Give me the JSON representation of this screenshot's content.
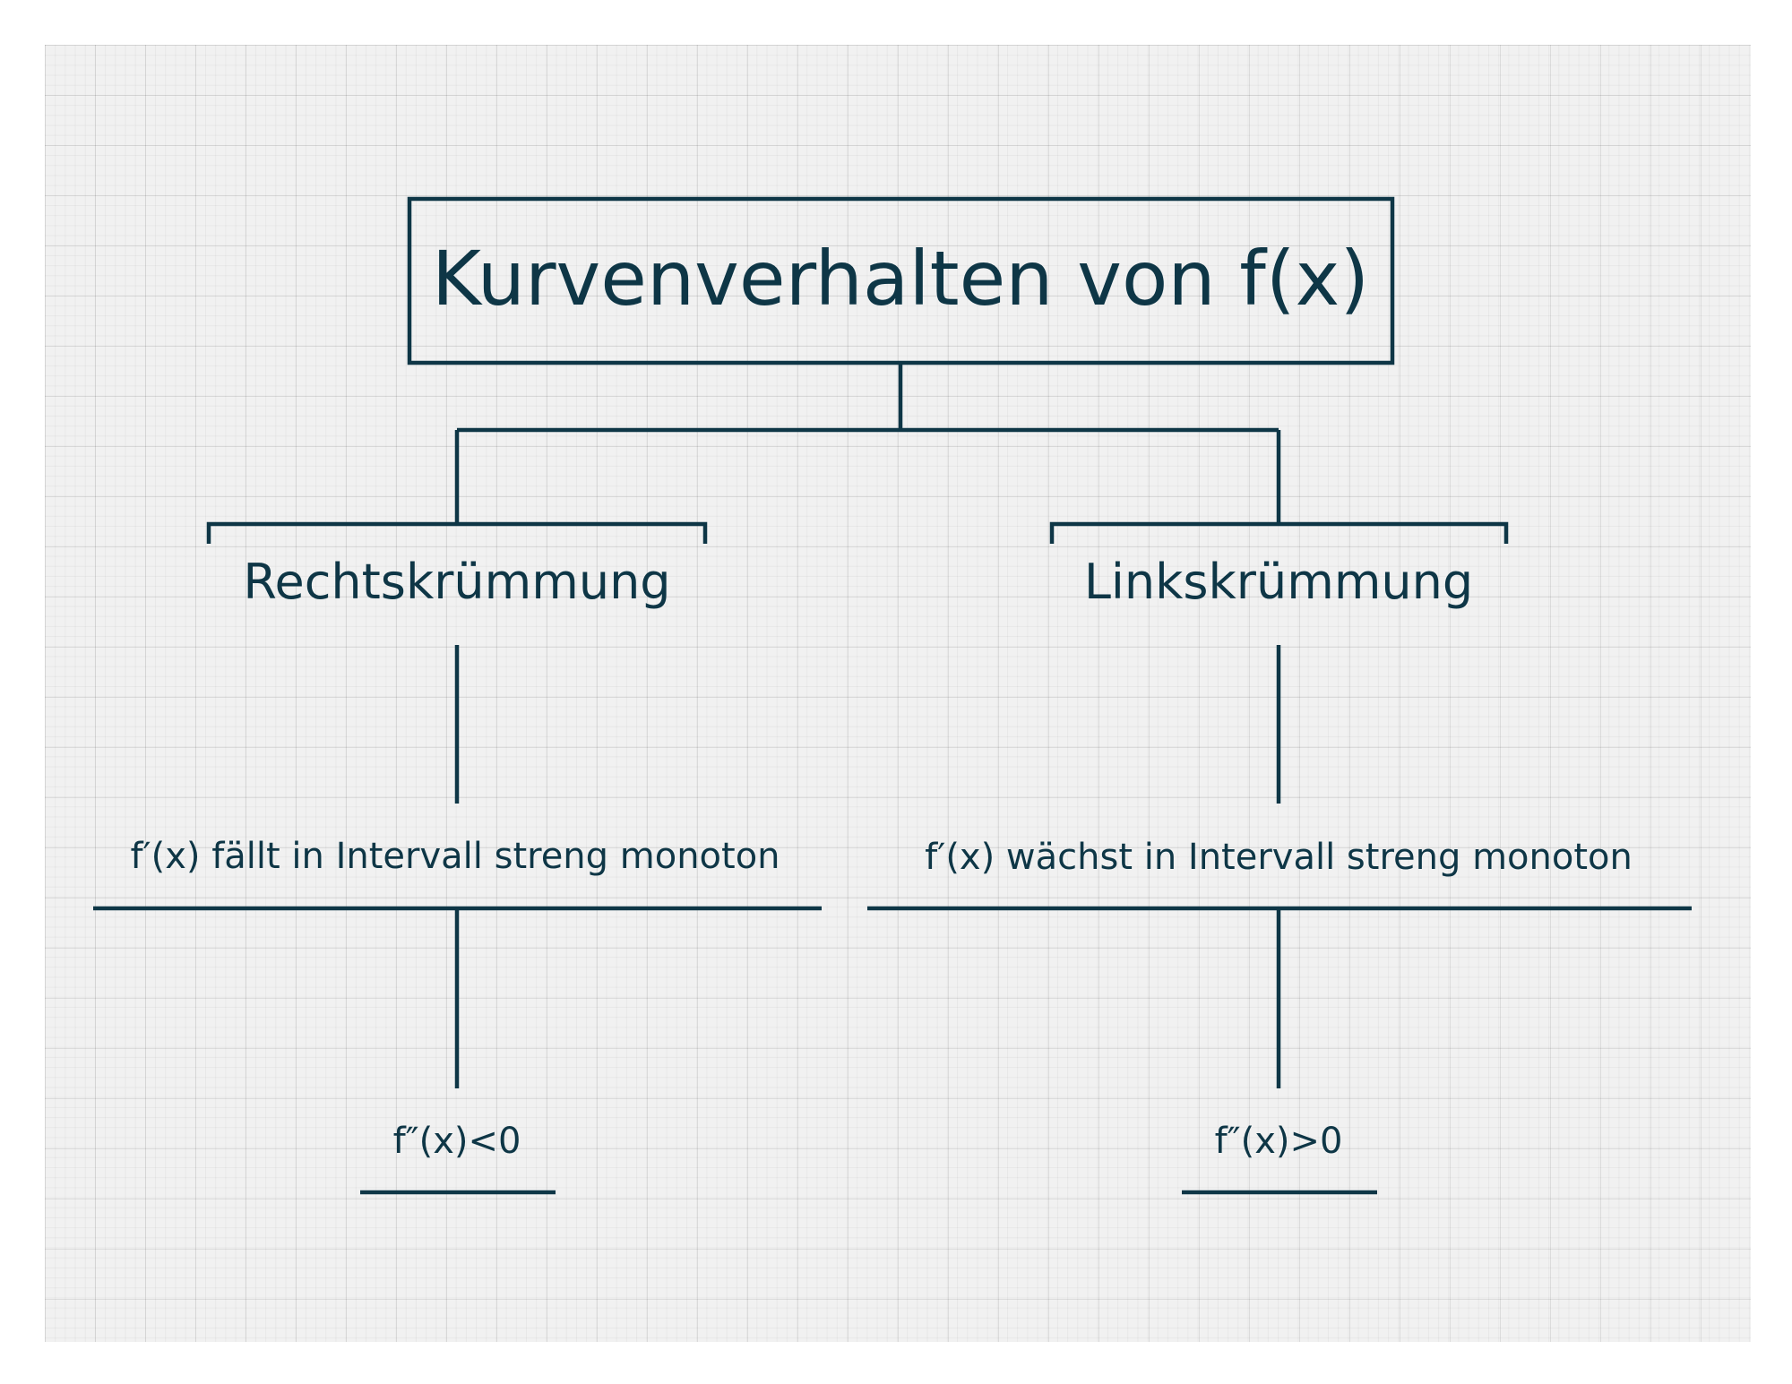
{
  "diagram": {
    "title": "Kurvenverhalten von f(x)",
    "colors": {
      "ink": "#0e3646",
      "paper": "#f1f1f1",
      "grid": "#dcdcdc"
    },
    "left_branch": {
      "label": "Rechtskrümmung",
      "description": "f′(x) fällt in Intervall streng monoton",
      "condition": "f″(x)<0"
    },
    "right_branch": {
      "label": "Linkskrümmung",
      "description": "f′(x) wächst in Intervall streng monoton",
      "condition": "f″(x)>0"
    }
  }
}
